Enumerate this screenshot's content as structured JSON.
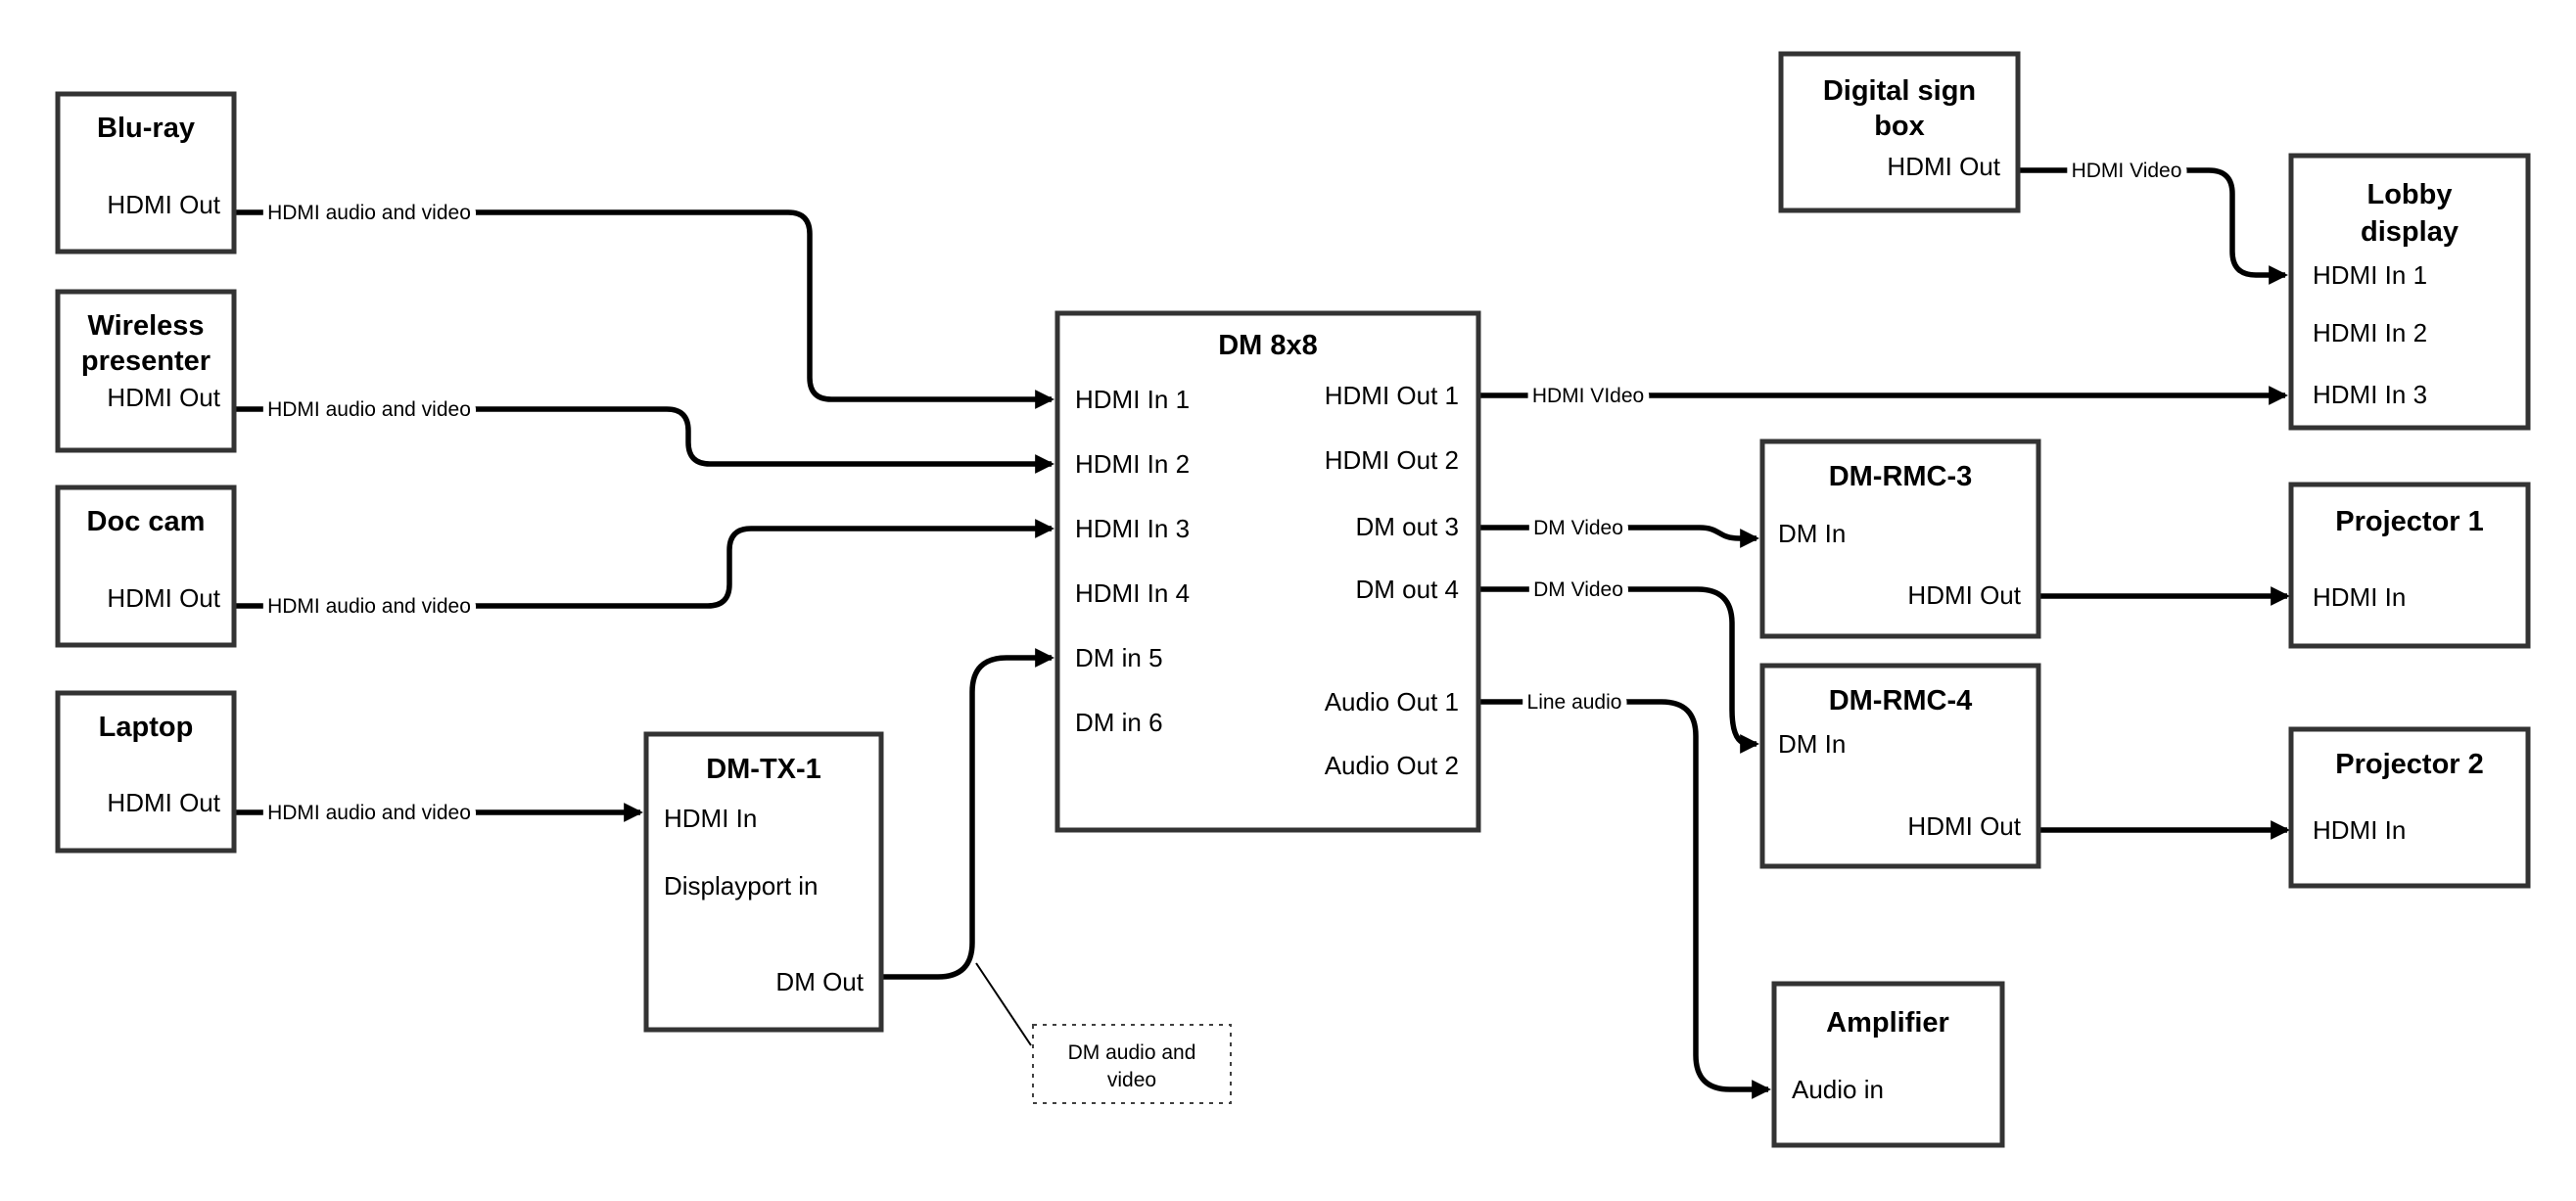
{
  "nodes": {
    "blu_ray": {
      "title": "Blu-ray",
      "port_hdmi_out": "HDMI Out"
    },
    "wireless_presenter": {
      "title_line1": "Wireless",
      "title_line2": "presenter",
      "port_hdmi_out": "HDMI Out"
    },
    "doc_cam": {
      "title": "Doc cam",
      "port_hdmi_out": "HDMI Out"
    },
    "laptop": {
      "title": "Laptop",
      "port_hdmi_out": "HDMI Out"
    },
    "dm_tx_1": {
      "title": "DM-TX-1",
      "port_hdmi_in": "HDMI In",
      "port_displayport_in": "Displayport in",
      "port_dm_out": "DM Out"
    },
    "dm_8x8": {
      "title": "DM 8x8",
      "port_hdmi_in_1": "HDMI In 1",
      "port_hdmi_in_2": "HDMI In 2",
      "port_hdmi_in_3": "HDMI In 3",
      "port_hdmi_in_4": "HDMI In 4",
      "port_dm_in_5": "DM in 5",
      "port_dm_in_6": "DM in 6",
      "port_hdmi_out_1": "HDMI Out 1",
      "port_hdmi_out_2": "HDMI Out 2",
      "port_dm_out_3": "DM out 3",
      "port_dm_out_4": "DM out 4",
      "port_audio_out_1": "Audio Out 1",
      "port_audio_out_2": "Audio Out 2"
    },
    "digital_sign_box": {
      "title_line1": "Digital sign",
      "title_line2": "box",
      "port_hdmi_out": "HDMI Out"
    },
    "lobby_display": {
      "title_line1": "Lobby",
      "title_line2": "display",
      "port_hdmi_in_1": "HDMI In 1",
      "port_hdmi_in_2": "HDMI In 2",
      "port_hdmi_in_3": "HDMI In 3"
    },
    "dm_rmc_3": {
      "title": "DM-RMC-3",
      "port_dm_in": "DM In",
      "port_hdmi_out": "HDMI Out"
    },
    "projector_1": {
      "title": "Projector 1",
      "port_hdmi_in": "HDMI In"
    },
    "dm_rmc_4": {
      "title": "DM-RMC-4",
      "port_dm_in": "DM In",
      "port_hdmi_out": "HDMI Out"
    },
    "projector_2": {
      "title": "Projector 2",
      "port_hdmi_in": "HDMI In"
    },
    "amplifier": {
      "title": "Amplifier",
      "port_audio_in": "Audio in"
    }
  },
  "connection_labels": {
    "blu_ray_link": "HDMI audio and video",
    "wireless_link": "HDMI audio and video",
    "doc_cam_link": "HDMI audio and video",
    "laptop_link": "HDMI audio and video",
    "hdmi_out_1_link": "HDMI VIdeo",
    "dm_out_3_link": "DM Video",
    "dm_out_4_link": "DM Video",
    "audio_out_1_link": "Line audio",
    "digital_sign_link": "HDMI Video"
  },
  "callout": {
    "line1": "DM audio and",
    "line2": "video"
  },
  "colors": {
    "wire": "#000000",
    "box_border": "#333333",
    "text": "#000000",
    "background": "#ffffff"
  }
}
